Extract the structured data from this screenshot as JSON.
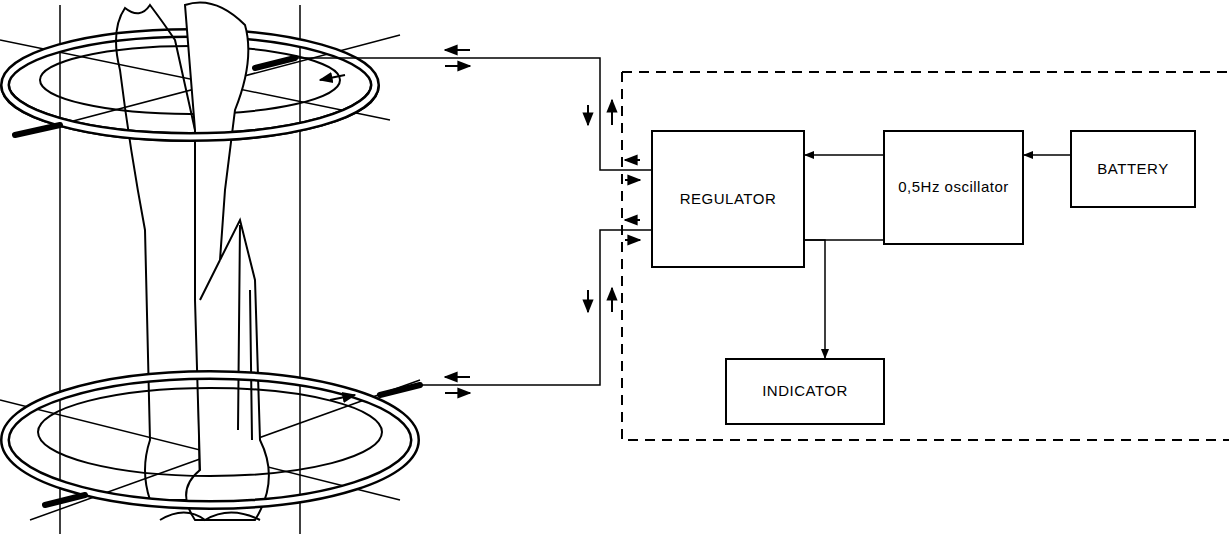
{
  "diagram": {
    "nodes": [
      {
        "text": [
          "REGULATOR"
        ]
      },
      {
        "text": [
          "0,5Hz oscillator"
        ]
      },
      {
        "text": [
          "BATTERY"
        ]
      },
      {
        "text": [
          "INDICATOR"
        ]
      }
    ],
    "edges": [
      {
        "from": 1,
        "to": 0,
        "arrow": "to"
      },
      {
        "from": 2,
        "to": 1,
        "arrow": "to"
      },
      {
        "from": 0,
        "to": 3,
        "arrow": "to"
      },
      {
        "from": 0,
        "to": 1,
        "arrow": "none"
      }
    ]
  }
}
